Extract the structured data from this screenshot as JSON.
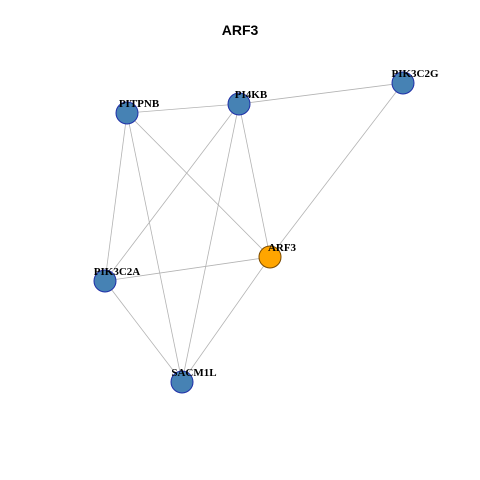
{
  "title": "ARF3",
  "colors": {
    "edge": "#b3b3b3",
    "node_stroke": "#1f2fa8",
    "node_default": "#4682b4",
    "node_query": "#ffa500"
  },
  "nodes": [
    {
      "id": "PIK3C2G",
      "label": "PIK3C2G",
      "type": "default"
    },
    {
      "id": "PI4KB",
      "label": "PI4KB",
      "type": "default"
    },
    {
      "id": "PITPNB",
      "label": "PITPNB",
      "type": "default"
    },
    {
      "id": "ARF3",
      "label": "ARF3",
      "type": "query"
    },
    {
      "id": "PIK3C2A",
      "label": "PIK3C2A",
      "type": "default"
    },
    {
      "id": "SACM1L",
      "label": "SACM1L",
      "type": "default"
    }
  ],
  "edges": [
    [
      "PITPNB",
      "PI4KB"
    ],
    [
      "PI4KB",
      "PIK3C2G"
    ],
    [
      "PIK3C2G",
      "ARF3"
    ],
    [
      "PITPNB",
      "ARF3"
    ],
    [
      "PITPNB",
      "PIK3C2A"
    ],
    [
      "PITPNB",
      "SACM1L"
    ],
    [
      "PI4KB",
      "PIK3C2A"
    ],
    [
      "PI4KB",
      "ARF3"
    ],
    [
      "PI4KB",
      "SACM1L"
    ],
    [
      "PIK3C2A",
      "ARF3"
    ],
    [
      "PIK3C2A",
      "SACM1L"
    ],
    [
      "ARF3",
      "SACM1L"
    ]
  ]
}
